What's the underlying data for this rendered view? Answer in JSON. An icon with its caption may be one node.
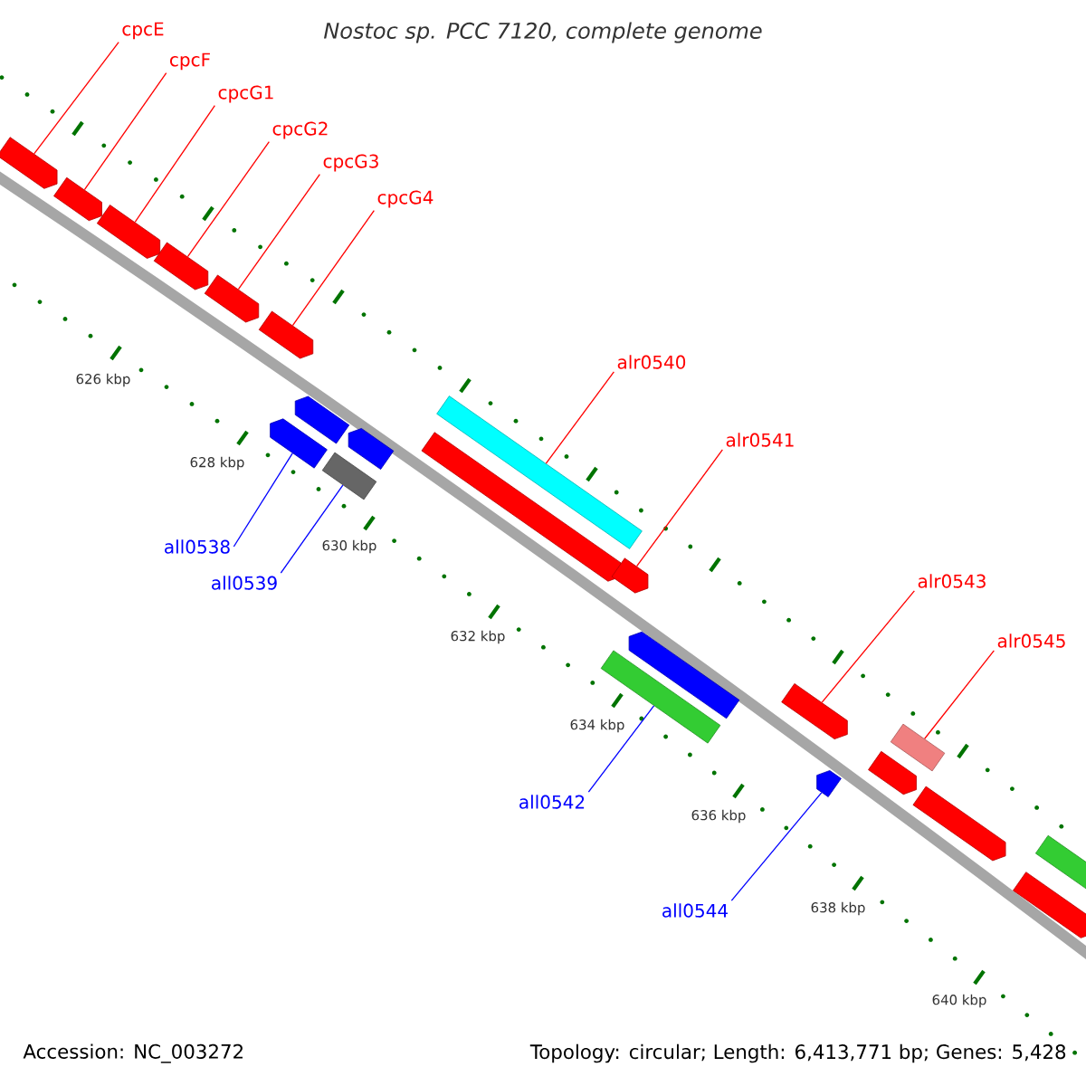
{
  "diagram": {
    "title": "Nostoc sp. PCC 7120, complete genome",
    "nodes": [
      {
        "text": [],
        "shape": "pentagon"
      },
      {
        "text": [],
        "shape": "pentagon"
      },
      {
        "text": [],
        "shape": "pentagon"
      },
      {
        "text": [],
        "shape": "pentagon"
      },
      {
        "text": [],
        "shape": "pentagon"
      },
      {
        "text": [],
        "shape": "pentagon"
      },
      {
        "text": [],
        "shape": "bar"
      },
      {
        "text": [],
        "shape": "pentagon"
      },
      {
        "text": [],
        "shape": "pentagon"
      },
      {
        "text": [],
        "shape": "pentagon"
      },
      {
        "text": [],
        "shape": "bar"
      },
      {
        "text": [],
        "shape": "pentagon"
      },
      {
        "text": [],
        "shape": "pentagon"
      },
      {
        "text": [],
        "shape": "bar"
      },
      {
        "text": [],
        "shape": "pentagon"
      },
      {
        "text": [],
        "shape": "pentagon"
      },
      {
        "text": [],
        "shape": "pentagon"
      },
      {
        "text": [],
        "shape": "pentagon"
      },
      {
        "text": [],
        "shape": "bar"
      },
      {
        "text": [],
        "shape": "pentagon"
      },
      {
        "text": [],
        "shape": "bar"
      },
      {
        "text": [],
        "shape": "pentagon"
      },
      {
        "text": [
          "cpcE"
        ]
      },
      {
        "text": [
          "cpcF"
        ]
      },
      {
        "text": [
          "cpcG1"
        ]
      },
      {
        "text": [
          "cpcG2"
        ]
      },
      {
        "text": [
          "cpcG3"
        ]
      },
      {
        "text": [
          "cpcG4"
        ]
      },
      {
        "text": [
          "alr0540"
        ]
      },
      {
        "text": [
          "alr0541"
        ]
      },
      {
        "text": [
          "alr0543"
        ]
      },
      {
        "text": [
          "alr0545"
        ]
      },
      {
        "text": [
          "all0538"
        ]
      },
      {
        "text": [
          "all0539"
        ]
      },
      {
        "text": [
          "all0542"
        ]
      },
      {
        "text": [
          "all0544"
        ]
      }
    ],
    "edges": [
      {
        "from": 22,
        "to": 0,
        "arrow": "none"
      },
      {
        "from": 23,
        "to": 1,
        "arrow": "none"
      },
      {
        "from": 24,
        "to": 2,
        "arrow": "none"
      },
      {
        "from": 25,
        "to": 3,
        "arrow": "none"
      },
      {
        "from": 26,
        "to": 4,
        "arrow": "none"
      },
      {
        "from": 27,
        "to": 5,
        "arrow": "none"
      },
      {
        "from": 28,
        "to": 6,
        "arrow": "none"
      },
      {
        "from": 29,
        "to": 8,
        "arrow": "none"
      },
      {
        "from": 30,
        "to": 9,
        "arrow": "none"
      },
      {
        "from": 31,
        "to": 10,
        "arrow": "none"
      },
      {
        "from": 32,
        "to": 16,
        "arrow": "none",
        "color": "#0000ff"
      },
      {
        "from": 33,
        "to": 18,
        "arrow": "none",
        "color": "#0000ff"
      },
      {
        "from": 34,
        "to": 20,
        "arrow": "none",
        "color": "#0000ff"
      },
      {
        "from": 35,
        "to": 21,
        "arrow": "none",
        "color": "#0000ff"
      }
    ],
    "labels": [
      "626 kbp",
      "628 kbp",
      "630 kbp",
      "632 kbp",
      "634 kbp",
      "636 kbp",
      "638 kbp",
      "640 kbp",
      "Accession: NC_003272",
      "Topology: circular; Length: 6,413,771 bp; Genes: 5,428"
    ]
  }
}
